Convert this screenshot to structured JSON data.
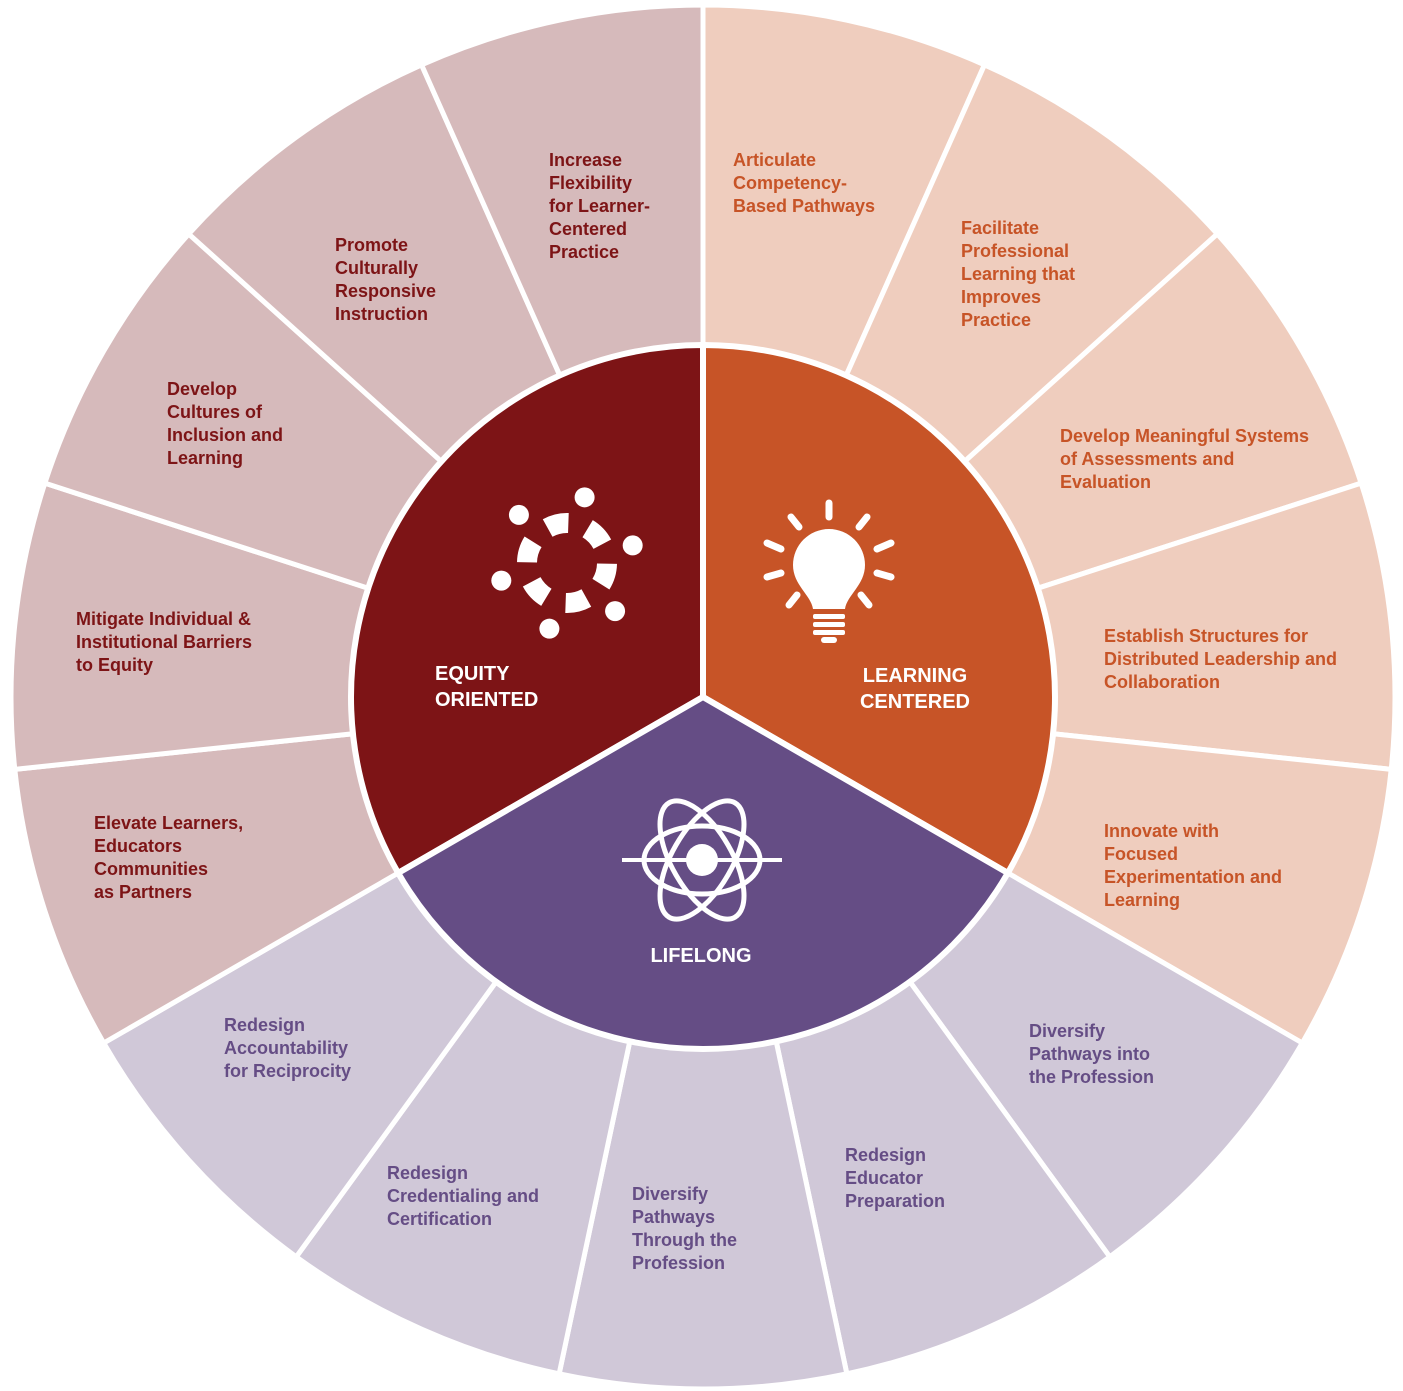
{
  "colors": {
    "equity_core": "#7D1416",
    "learning_core": "#C75427",
    "lifelong_core": "#654D85",
    "equity_outer": "#D6BABB",
    "learning_outer": "#EFCDBE",
    "lifelong_outer": "#D0C8D8",
    "equity_text": "#7D1416",
    "learning_text": "#C75427",
    "lifelong_text": "#654D85"
  },
  "cores": [
    {
      "key": "equity",
      "lines": [
        "EQUITY",
        "ORIENTED"
      ],
      "icon": "people-circle-icon"
    },
    {
      "key": "learning",
      "lines": [
        "LEARNING",
        "CENTERED"
      ],
      "icon": "lightbulb-icon"
    },
    {
      "key": "lifelong",
      "lines": [
        "LIFELONG"
      ],
      "icon": "atom-icon"
    }
  ],
  "segments": [
    {
      "group": "learning",
      "lines": [
        "Articulate",
        "Competency-",
        "Based Pathways"
      ]
    },
    {
      "group": "learning",
      "lines": [
        "Facilitate",
        "Professional",
        "Learning that",
        "Improves",
        "Practice"
      ]
    },
    {
      "group": "learning",
      "lines": [
        "Develop Meaningful Systems",
        "of Assessments and",
        "Evaluation"
      ]
    },
    {
      "group": "learning",
      "lines": [
        "Establish Structures for",
        "Distributed Leadership and",
        "Collaboration"
      ]
    },
    {
      "group": "learning",
      "lines": [
        "Innovate with",
        "Focused",
        "Experimentation and",
        "Learning"
      ]
    },
    {
      "group": "lifelong",
      "lines": [
        "Diversify",
        "Pathways into",
        "the Profession"
      ]
    },
    {
      "group": "lifelong",
      "lines": [
        "Redesign",
        "Educator",
        "Preparation"
      ]
    },
    {
      "group": "lifelong",
      "lines": [
        "Diversify",
        "Pathways",
        "Through the",
        "Profession"
      ]
    },
    {
      "group": "lifelong",
      "lines": [
        "Redesign",
        "Credentialing and",
        "Certification"
      ]
    },
    {
      "group": "lifelong",
      "lines": [
        "Redesign",
        "Accountability",
        "for Reciprocity"
      ]
    },
    {
      "group": "equity",
      "lines": [
        "Elevate Learners,",
        "Educators",
        "Communities",
        "as Partners"
      ]
    },
    {
      "group": "equity",
      "lines": [
        "Mitigate Individual &",
        "Institutional Barriers",
        "to Equity"
      ]
    },
    {
      "group": "equity",
      "lines": [
        "Develop",
        "Cultures of",
        "Inclusion and",
        "Learning"
      ]
    },
    {
      "group": "equity",
      "lines": [
        "Promote",
        "Culturally",
        "Responsive",
        "Instruction"
      ]
    },
    {
      "group": "equity",
      "lines": [
        "Increase",
        "Flexibility",
        "for Learner-",
        "Centered",
        "Practice"
      ]
    }
  ]
}
